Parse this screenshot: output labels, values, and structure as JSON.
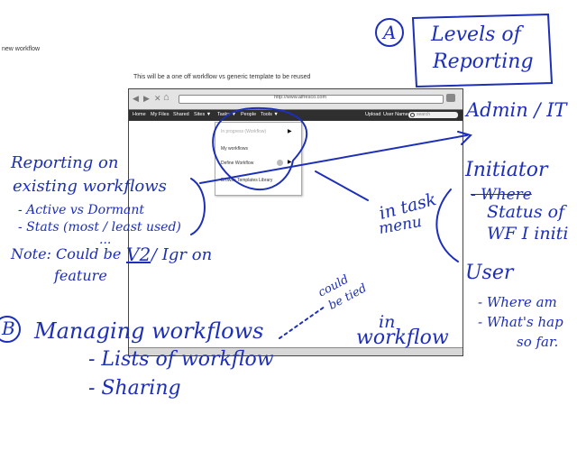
{
  "doc": {
    "corner_label": "new workflow",
    "caption": "This will be a one off workflow vs generic template to be reused"
  },
  "browser": {
    "back": "◀",
    "forward": "▶",
    "close": "✕",
    "home": "⌂",
    "url": "http://www.alfresco.com",
    "search_placeholder": "search"
  },
  "nav": {
    "items": [
      "Home",
      "My Files",
      "Shared",
      "Sites ▼",
      "Tasks ▼",
      "People",
      "Tools ▼"
    ],
    "upload": "Upload",
    "user": "User Name ▼"
  },
  "menu": {
    "items": [
      "In progress (Workflow)",
      "My workflows",
      "Define Workflow",
      "Browse Templates Library"
    ]
  },
  "notes": {
    "a_marker": "A",
    "a_title_1": "Levels of",
    "a_title_2": "Reporting",
    "admin": "Admin / IT",
    "initiator": "Initiator",
    "init_1": "- Where",
    "init_2": "Status of",
    "init_3": "WF I initi",
    "user": "User",
    "user_1": "- Where am",
    "user_2": "- What's hap",
    "user_3": "so far.",
    "rep_1": "Reporting on",
    "rep_2": "existing workflows",
    "rep_3": "- Active vs Dormant",
    "rep_4": "- Stats (most / least used)",
    "rep_5": "...",
    "note_1": "Note: Could be",
    "note_v2": "V2",
    "note_2": "/ Igr on",
    "note_3": "feature",
    "in_task_1": "in task",
    "in_task_2": "menu",
    "could_1": "could",
    "could_2": "be tied",
    "in_wf_1": "in",
    "in_wf_2": "workflow",
    "b_marker": "B",
    "b_title": "Managing workflows",
    "b_1": "- Lists of workflow",
    "b_2": "- Sharing"
  },
  "colors": {
    "ink": "#1d2fb8",
    "nav_bg": "#2f2f2f"
  }
}
